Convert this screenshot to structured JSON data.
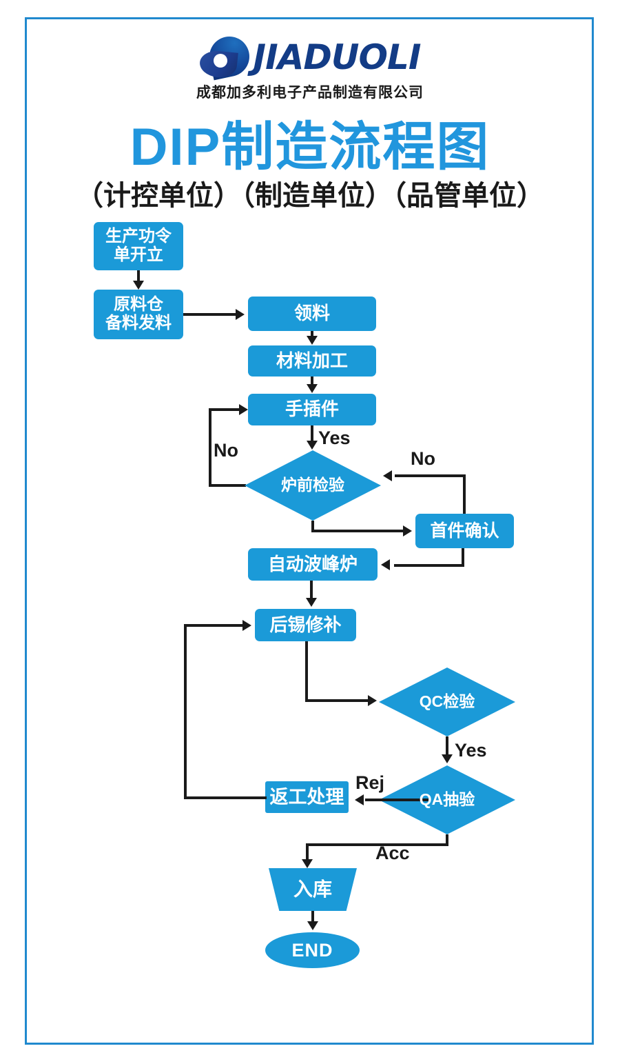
{
  "poster": {
    "frame_color": "#2089ce",
    "accent_color": "#1b9ad8",
    "brand_navy": "#133c86",
    "background": "#ffffff"
  },
  "header": {
    "logo_wordmark": "JIADUOLI",
    "company_name": "成都加多利电子产品制造有限公司",
    "title": "DIP制造流程图",
    "subtitle": "（计控单位）（制造单位）（品管单位）"
  },
  "flow": {
    "nodes": [
      {
        "id": "n1",
        "label": "生产功令\n单开立",
        "shape": "rect"
      },
      {
        "id": "n2",
        "label": "原料仓\n备料发料",
        "shape": "rect"
      },
      {
        "id": "n3",
        "label": "领料",
        "shape": "rect"
      },
      {
        "id": "n4",
        "label": "材料加工",
        "shape": "rect"
      },
      {
        "id": "n5",
        "label": "手插件",
        "shape": "rect"
      },
      {
        "id": "n6",
        "label": "炉前检验",
        "shape": "diamond"
      },
      {
        "id": "n7",
        "label": "首件确认",
        "shape": "rect"
      },
      {
        "id": "n8",
        "label": "自动波峰炉",
        "shape": "rect"
      },
      {
        "id": "n9",
        "label": "后锡修补",
        "shape": "rect"
      },
      {
        "id": "n10",
        "label": "QC检验",
        "shape": "diamond"
      },
      {
        "id": "n11",
        "label": "QA抽验",
        "shape": "diamond"
      },
      {
        "id": "n12",
        "label": "返工处理",
        "shape": "rect"
      },
      {
        "id": "n13",
        "label": "入库",
        "shape": "trapezoid"
      },
      {
        "id": "n14",
        "label": "END",
        "shape": "ellipse"
      }
    ],
    "node_labels": {
      "n1_line1": "生产功令",
      "n1_line2": "单开立",
      "n2_line1": "原料仓",
      "n2_line2": "备料发料",
      "n3": "领料",
      "n4": "材料加工",
      "n5": "手插件",
      "n6": "炉前检验",
      "n7": "首件确认",
      "n8": "自动波峰炉",
      "n9": "后锡修补",
      "n10": "QC检验",
      "n11": "QA抽验",
      "n12": "返工处理",
      "n13": "入库",
      "n14": "END"
    },
    "edge_labels": {
      "yes_pre_oven": "Yes",
      "no_rework_loop": "No",
      "no_first_article": "No",
      "yes_qc_to_qa": "Yes",
      "rej_to_rework": "Rej",
      "acc_to_stock": "Acc"
    }
  }
}
